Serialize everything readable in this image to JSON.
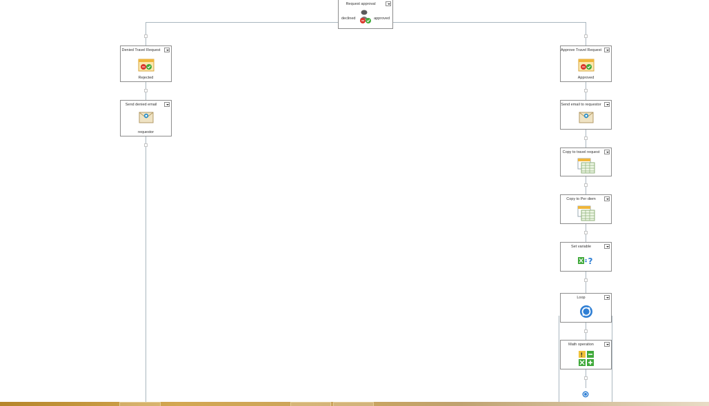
{
  "nodes": {
    "request_approval": {
      "title": "Request approval",
      "left_label": "declined",
      "right_label": "approved",
      "icon": "approval-person-icon"
    },
    "denied_travel_request": {
      "title": "Denied Travel Request",
      "status": "Rejected",
      "icon": "status-approval-icon"
    },
    "send_denied_email": {
      "title": "Send denied email",
      "recipient": "requestor",
      "icon": "email-icon"
    },
    "approve_travel_request": {
      "title": "Approve Travel Request",
      "status": "Approved",
      "icon": "status-approval-icon"
    },
    "send_email_to_requestor": {
      "title": "Send email to requestor",
      "icon": "email-icon"
    },
    "copy_to_travel_request": {
      "title": "Copy to travel request",
      "icon": "copy-list-icon"
    },
    "copy_to_per_diem": {
      "title": "Copy to Per diem",
      "icon": "copy-list-icon"
    },
    "set_variable": {
      "title": "Set variable",
      "icon": "set-variable-icon"
    },
    "loop": {
      "title": "Loop",
      "icon": "loop-icon"
    },
    "math_operation": {
      "title": "Math operation",
      "icon": "math-operation-icon"
    }
  },
  "colors": {
    "border": "#8c8c8c",
    "connector": "#a9b6bf",
    "approve_green": "#3fa93a",
    "reject_red": "#d9362b",
    "loop_blue": "#2f7fd4",
    "taskbar": "#c9a25a"
  }
}
